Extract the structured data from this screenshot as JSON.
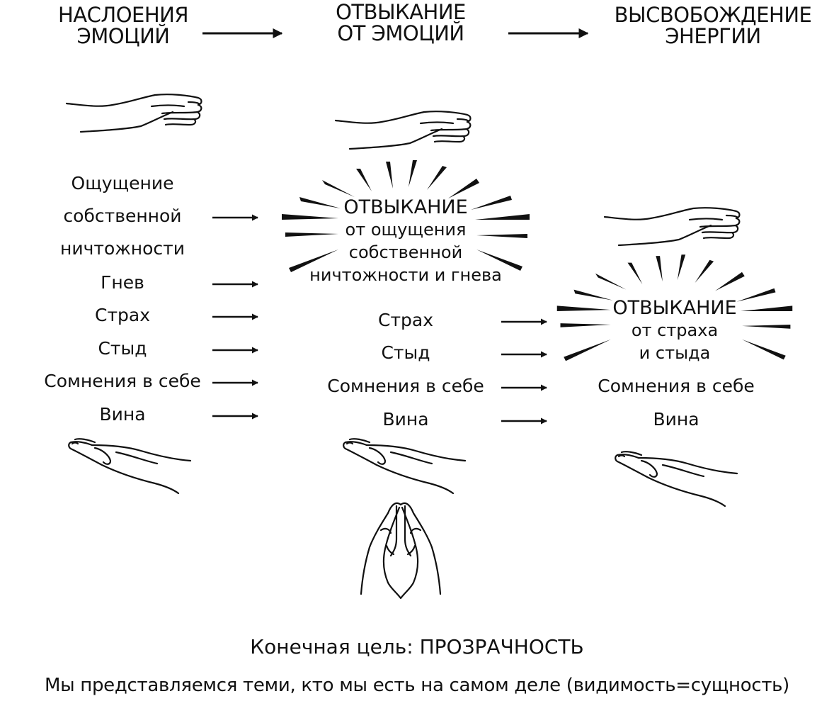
{
  "headers": {
    "col1_line1": "НАСЛОЕНИЯ",
    "col1_line2": "ЭМОЦИЙ",
    "col2_line1": "ОТВЫКАНИЕ",
    "col2_line2": "ОТ ЭМОЦИЙ",
    "col3_line1": "ВЫСВОБОЖДЕНИЕ",
    "col3_line2": "ЭНЕРГИИ"
  },
  "column1": {
    "item1_line1": "Ощущение",
    "item1_line2": "собственной",
    "item1_line3": "ничтожности",
    "item2": "Гнев",
    "item3": "Страх",
    "item4": "Стыд",
    "item5": "Сомнения в себе",
    "item6": "Вина"
  },
  "burst1": {
    "title": "ОТВЫКАНИЕ",
    "line1": "от ощущения",
    "line2": "собственной",
    "line3": "ничтожности и гнева"
  },
  "column2": {
    "item1": "Страх",
    "item2": "Стыд",
    "item3": "Сомнения в себе",
    "item4": "Вина"
  },
  "burst2": {
    "title": "ОТВЫКАНИЕ",
    "line1": "от страха",
    "line2": "и стыда"
  },
  "column3": {
    "item1": "Сомнения в себе",
    "item2": "Вина"
  },
  "footer": {
    "goal": "Конечная цель: ПРОЗРАЧНОСТЬ",
    "statement": "Мы представляемся теми, кто мы есть на самом деле (видимость=сущность)"
  },
  "icons": {
    "top_hand": "hand-palm-down-icon",
    "bottom_hand": "hand-palm-up-icon",
    "praying_hands": "praying-hands-icon",
    "burst": "radiating-burst-icon"
  }
}
